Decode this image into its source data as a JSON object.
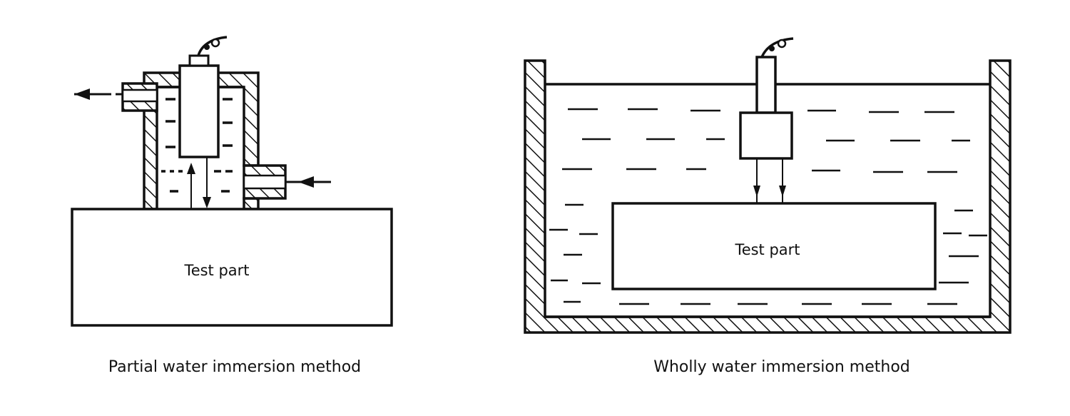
{
  "left_diagram": {
    "part_label": "Test part",
    "caption": "Partial water immersion method"
  },
  "right_diagram": {
    "part_label": "Test part",
    "caption": "Wholly water immersion method"
  },
  "colors": {
    "ink": "#111111",
    "background": "#ffffff"
  }
}
